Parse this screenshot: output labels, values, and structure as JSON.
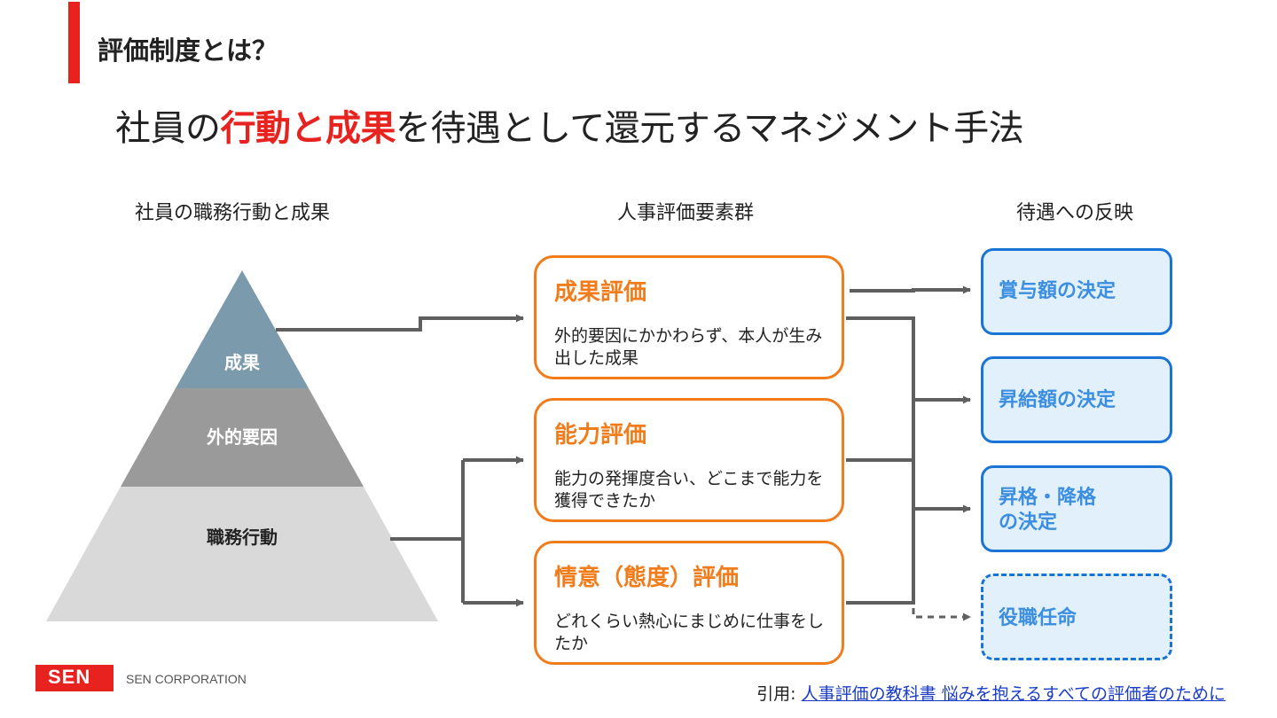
{
  "section_title": "評価制度とは？",
  "headline": {
    "part1": "社員の",
    "highlight": "行動と成果",
    "part2": "を待遇として還元するマネジメント手法"
  },
  "columns": {
    "left": "社員の職務行動と成果",
    "middle": "人事評価要素群",
    "right": "待遇への反映"
  },
  "pyramid": {
    "top": "成果",
    "middle": "外的要因",
    "bottom": "職務行動"
  },
  "evaluations": [
    {
      "title": "成果評価",
      "desc": "外的要因にかかわらず、本人が生み出した成果"
    },
    {
      "title": "能力評価",
      "desc": "能力の発揮度合い、どこまで能力を獲得できたか"
    },
    {
      "title": "情意（態度）評価",
      "desc": "どれくらい熱心にまじめに仕事をしたか"
    }
  ],
  "outcomes": [
    {
      "line1": "賞与額の決定",
      "line2": ""
    },
    {
      "line1": "昇給額の決定",
      "line2": ""
    },
    {
      "line1": "昇格・降格",
      "line2": "の決定"
    },
    {
      "line1": "役職任命",
      "line2": ""
    }
  ],
  "footer": {
    "logo": "SEN",
    "company": "SEN CORPORATION",
    "citation_prefix": "引用: ",
    "citation_link": "人事評価の教科書 悩みを抱えるすべての評価者のために"
  },
  "colors": {
    "accent": "#e8231f",
    "eval_border": "#f07c1b",
    "outcome_border": "#1a74d6",
    "outcome_text": "#3b8ee0",
    "pyramid_top": "#7b9aac",
    "pyramid_middle": "#9a9a9a",
    "pyramid_bottom": "#d9d9d9"
  }
}
